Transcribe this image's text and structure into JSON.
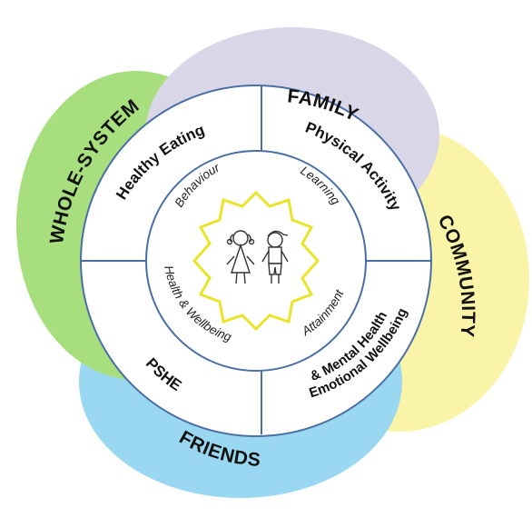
{
  "outer_rings": {
    "family": "FAMILY",
    "community": "COMMUNITY",
    "friends": "FRIENDS",
    "whole_system": "WHOLE-SYSTEM"
  },
  "segments": {
    "healthy_eating": "Healthy Eating",
    "physical_activity": "Physical Activity",
    "pshe": "PSHE",
    "emotional_line1": "Emotional Wellbeing",
    "emotional_line2": "& Mental Health"
  },
  "inner_ring": {
    "behaviour": "Behaviour",
    "learning": "Learning",
    "health_wellbeing": "Health & Wellbeing",
    "attainment": "Attainment"
  },
  "colors": {
    "family": "#d9d6e8",
    "community": "#faf4a8",
    "friends": "#9ad8f2",
    "whole_system": "#a8df7e",
    "divider": "#4a6fa5",
    "star": "#e9e42a"
  },
  "icons": {
    "children": "girl-and-boy-stick-figures-icon"
  }
}
